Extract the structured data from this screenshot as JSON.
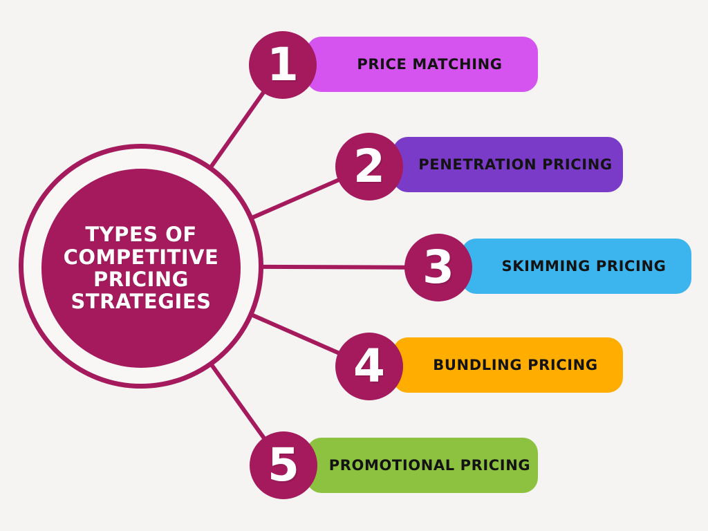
{
  "colors": {
    "background": "#F5F4F2",
    "accent": "#A41A5C",
    "hub_text": "#FFFFFF",
    "bar_label_text": "#131313",
    "number_text": "#FFFFFF"
  },
  "hub": {
    "title": "TYPES OF\nCOMPETITIVE\nPRICING\nSTRATEGIES"
  },
  "items": [
    {
      "number": "1",
      "label": "PRICE MATCHING",
      "color": "#D554F0"
    },
    {
      "number": "2",
      "label": "PENETRATION PRICING",
      "color": "#7A3CC8"
    },
    {
      "number": "3",
      "label": "SKIMMING PRICING",
      "color": "#3CB4EE"
    },
    {
      "number": "4",
      "label": "BUNDLING PRICING",
      "color": "#FFAE00"
    },
    {
      "number": "5",
      "label": "PROMOTIONAL PRICING",
      "color": "#8CC240"
    }
  ]
}
